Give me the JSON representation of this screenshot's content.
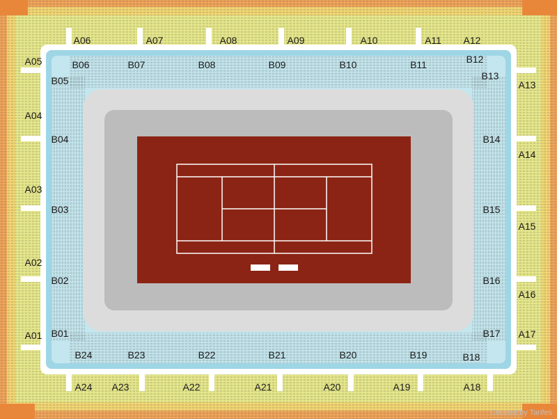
{
  "colors": {
    "outer_ring": "#f2a65a",
    "outer_ring_dark": "#e8873a",
    "outer_mid": "#f5d874",
    "outer_inner": "#e9ea8c",
    "walkway": "#ffffff",
    "inner_ring": "#9fd6e6",
    "inner_ring_light": "#c4e6ee",
    "floor_light": "#dcdcdc",
    "floor_dark": "#bcbcbc",
    "court": "#8b2414",
    "court_lines": "#ffffff"
  },
  "sections_a": {
    "top": [
      "A06",
      "A07",
      "A08",
      "A09",
      "A10",
      "A11",
      "A12"
    ],
    "left": [
      "A05",
      "A04",
      "A03",
      "A02",
      "A01"
    ],
    "right": [
      "A13",
      "A14",
      "A15",
      "A16",
      "A17"
    ],
    "bottom": [
      "A24",
      "A23",
      "A22",
      "A21",
      "A20",
      "A19",
      "A18"
    ]
  },
  "sections_b": {
    "top": [
      "B06",
      "B07",
      "B08",
      "B09",
      "B10",
      "B11",
      "B12"
    ],
    "left": [
      "B05",
      "B04",
      "B03",
      "B02",
      "B01"
    ],
    "right": [
      "B13",
      "B14",
      "B15",
      "B16",
      "B17"
    ],
    "bottom": [
      "B24",
      "B23",
      "B22",
      "B21",
      "B20",
      "B19",
      "B18"
    ]
  },
  "credit": "Created by Tarifes"
}
